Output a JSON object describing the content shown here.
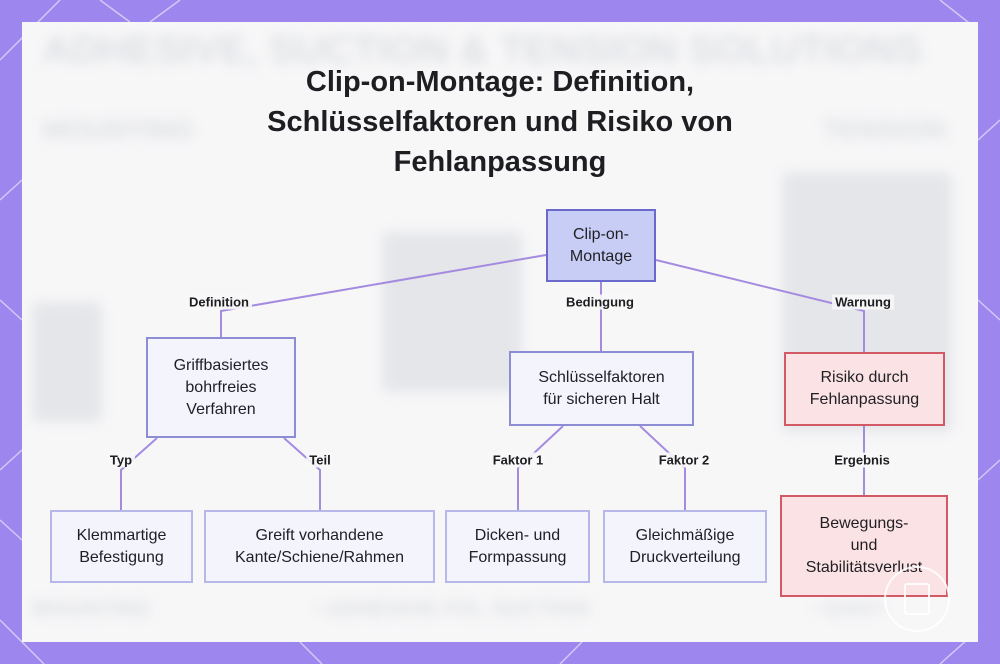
{
  "title": {
    "line1": "Clip-on-Montage: Definition,",
    "line2": "Schlüsselfaktoren und Risiko von",
    "line3": "Fehlanpassung"
  },
  "colors": {
    "frame": "#9d87ee",
    "panel": "#f7f7f8",
    "connector": "#a48be0",
    "root_fill": "#c8cdf6",
    "root_border": "#6a69cc",
    "node_fill": "#f3f4fc",
    "node_border": "#b7b7ea",
    "warn_fill": "#fbe2e4",
    "warn_border": "#d15a66"
  },
  "background_texts": {
    "banner": "ADHESIVE, SUCTION & TENSION SOLUTIONS",
    "left": "MOUNTING",
    "right": "TENSION",
    "bottom_left": "MOUNTING",
    "bottom_mid": "• ADHESIVE-FIX, SUCTION",
    "bottom_right": "• EASY"
  },
  "nodes": {
    "root": {
      "line1": "Clip-on-",
      "line2": "Montage"
    },
    "griff": {
      "line1": "Griffbasiertes",
      "line2": "bohrfreies",
      "line3": "Verfahren"
    },
    "schluessel": {
      "line1": "Schlüsselfaktoren",
      "line2": "für sicheren Halt"
    },
    "risiko": {
      "line1": "Risiko durch",
      "line2": "Fehlanpassung"
    },
    "klemm": {
      "line1": "Klemmartige",
      "line2": "Befestigung"
    },
    "greift": {
      "line1": "Greift vorhandene",
      "line2": "Kante/Schiene/Rahmen"
    },
    "dicken": {
      "line1": "Dicken- und",
      "line2": "Formpassung"
    },
    "gleich": {
      "line1": "Gleichmäßige",
      "line2": "Druckverteilung"
    },
    "bewegung": {
      "line1": "Bewegungs-",
      "line2": "und",
      "line3": "Stabilitätsverlust"
    }
  },
  "edges": {
    "definition": "Definition",
    "bedingung": "Bedingung",
    "warnung": "Warnung",
    "typ": "Typ",
    "teil": "Teil",
    "faktor1": "Faktor 1",
    "faktor2": "Faktor 2",
    "ergebnis": "Ergebnis"
  },
  "icons": {
    "logo": "watermark-logo-icon"
  }
}
